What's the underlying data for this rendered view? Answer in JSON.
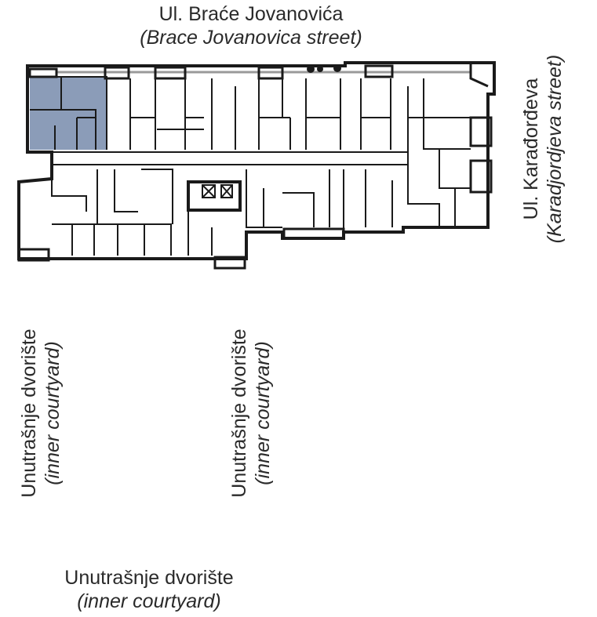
{
  "labels": {
    "top_street": "Ul. Braće Jovanovića",
    "top_street_en": "(Brace Jovanovica street)",
    "right_street": "Ul. Karađorđeva",
    "right_street_en": "(Karadjordjeva street)",
    "courtyard_left": "Unutrašnje dvorište",
    "courtyard_left_en": "(inner courtyard)",
    "courtyard_mid": "Unutrašnje dvorište",
    "courtyard_mid_en": "(inner courtyard)",
    "courtyard_bottom": "Unutrašnje dvorište",
    "courtyard_bottom_en": "(inner courtyard)"
  },
  "colors": {
    "highlight_unit": "#8b9cb8",
    "walls": "#1a1a1a",
    "window_band": "#9a9a9a"
  },
  "highlighted_unit": "top-left corner apartment"
}
